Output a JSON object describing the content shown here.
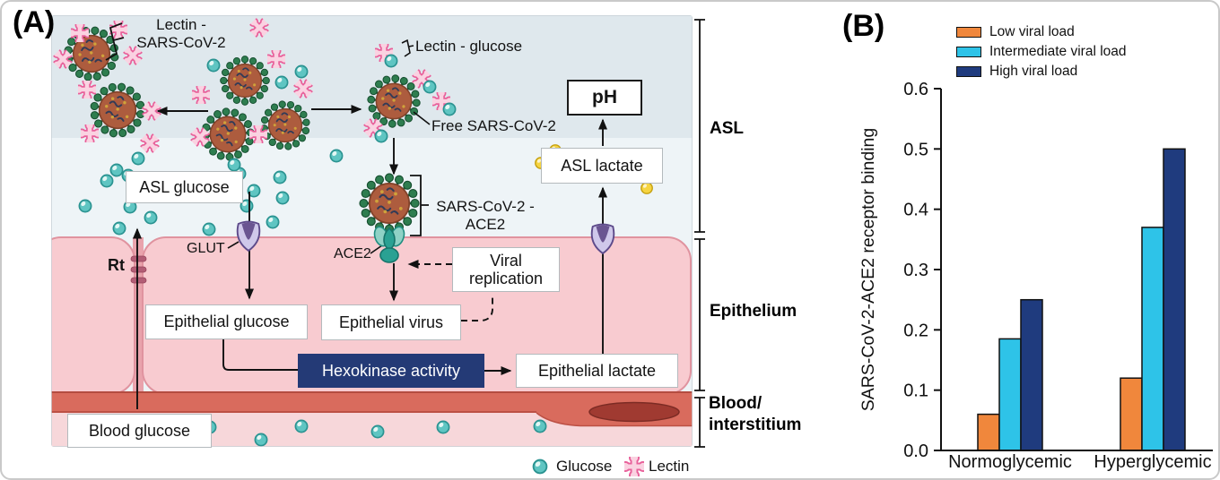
{
  "figure": {
    "panel_a_label": "(A)",
    "panel_b_label": "(B)"
  },
  "panelA": {
    "labels": {
      "lectin_sars_line1": "Lectin -",
      "lectin_sars_line2": "SARS-CoV-2",
      "lectin_glucose": "Lectin - glucose",
      "free_sars": "Free SARS-CoV-2",
      "ph": "pH",
      "asl_lactate": "ASL lactate",
      "sars_ace2_line1": "SARS-CoV-2 -",
      "sars_ace2_line2": "ACE2",
      "ace2": "ACE2",
      "asl_glucose": "ASL glucose",
      "rt": "Rt",
      "glut": "GLUT",
      "epithelial_glucose": "Epithelial glucose",
      "epithelial_virus": "Epithelial virus",
      "viral_replication": "Viral replication",
      "hexokinase": "Hexokinase activity",
      "epithelial_lactate": "Epithelial lactate",
      "blood_glucose": "Blood glucose"
    },
    "sections": {
      "asl": "ASL",
      "epithelium": "Epithelium",
      "blood_line1": "Blood/",
      "blood_line2": "interstitium"
    },
    "legend": {
      "glucose": "Glucose",
      "lectin": "Lectin"
    },
    "icons": {
      "glucose": "teal-sphere",
      "lectin": "pink-cross",
      "lactate": "yellow-sphere",
      "virus": "spiked-coronavirus",
      "glut": "purple-membrane-transporter",
      "mct": "purple-membrane-transporter",
      "ace2": "teal-receptor",
      "rbc": "red-blood-cell"
    }
  },
  "chart_data": {
    "type": "bar",
    "title": "",
    "ylabel": "SARS-CoV-2-ACE2 receptor binding",
    "xlabel": "",
    "categories": [
      "Normoglycemic",
      "Hyperglycemic"
    ],
    "series": [
      {
        "name": "Low viral load",
        "color": "#F0873C",
        "values": [
          0.06,
          0.12
        ]
      },
      {
        "name": "Intermediate viral load",
        "color": "#2EC3E8",
        "values": [
          0.185,
          0.37
        ]
      },
      {
        "name": "High viral load",
        "color": "#1F3B7E",
        "values": [
          0.25,
          0.5
        ]
      }
    ],
    "ylim": [
      0,
      0.6
    ],
    "yticks": [
      0.0,
      0.1,
      0.2,
      0.3,
      0.4,
      0.5,
      0.6
    ],
    "legend_position": "top-left",
    "grid": false
  },
  "colors": {
    "asl_upper_band": "#dfe8ed",
    "asl_lower_band": "#eef4f7",
    "epithelium_cell": "#f8cbd0",
    "epithelium_cleft": "#e9a3ac",
    "tight_junction": "#b25d75",
    "vessel": "#d96b5d",
    "vessel_edge": "#b44c40",
    "rbc": "#a03a31",
    "interstitium": "#f7d7da",
    "glucose": "#5fc5c2",
    "lectin": "#e8609a",
    "lactate": "#f6d441",
    "virus_body": "#ad5c3e",
    "virus_spike": "#2e7d4f",
    "transporter": "#cfc8ea",
    "ace2": "#2aa193",
    "hexokinase_box": "#243a76"
  }
}
